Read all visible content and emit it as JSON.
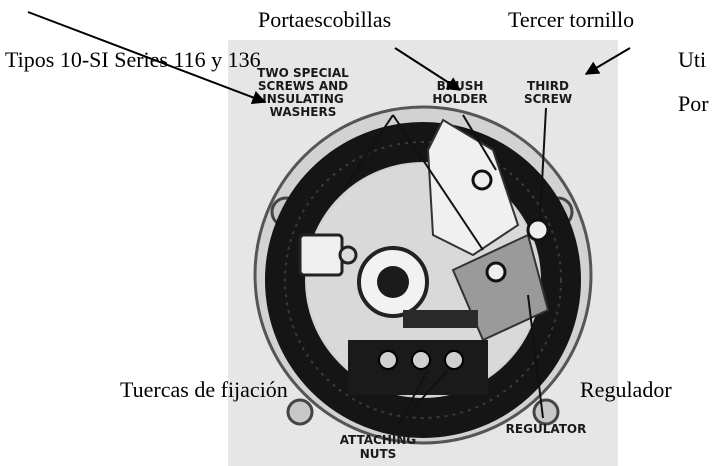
{
  "labels": {
    "brush_holder_es": "Portaescobillas",
    "third_screw_es": "Tercer tornillo",
    "series_es": "Tipos 10-SI Series 116 y 136",
    "cut_right_1": "Uti",
    "cut_right_2": "Por",
    "attaching_nuts_es": "Tuercas de fijación",
    "regulator_es": "Regulador"
  },
  "photo_captions": {
    "two_special_l1": "TWO SPECIAL",
    "two_special_l2": "SCREWS AND",
    "two_special_l3": "INSULATING",
    "two_special_l4": "WASHERS",
    "brush_l1": "BRUSH",
    "brush_l2": "HOLDER",
    "third_l1": "THIRD",
    "third_l2": "SCREW",
    "nuts_l1": "ATTACHING",
    "nuts_l2": "NUTS",
    "regulator": "REGULATOR"
  }
}
